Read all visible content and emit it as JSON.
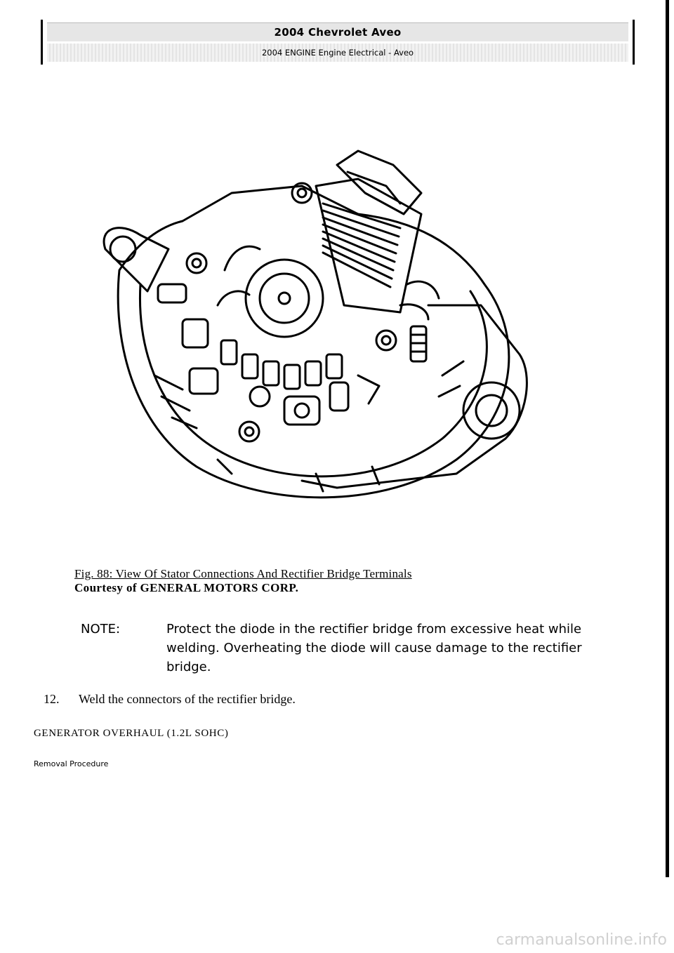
{
  "header": {
    "title": "2004 Chevrolet Aveo",
    "subtitle": "2004 ENGINE Engine Electrical - Aveo"
  },
  "figure": {
    "caption": "Fig. 88: View Of Stator Connections And Rectifier Bridge Terminals",
    "courtesy": "Courtesy of GENERAL MOTORS CORP."
  },
  "note": {
    "label": "NOTE:",
    "text": "Protect the diode in the rectifier bridge from excessive heat while welding. Overheating the diode will cause damage to the rectifier bridge."
  },
  "step": {
    "number": "12.",
    "text": "Weld the connectors of the rectifier bridge."
  },
  "section": {
    "heading": "GENERATOR OVERHAUL (1.2L SOHC)",
    "subheading": "Removal Procedure"
  },
  "watermark": "carmanualsonline.info"
}
